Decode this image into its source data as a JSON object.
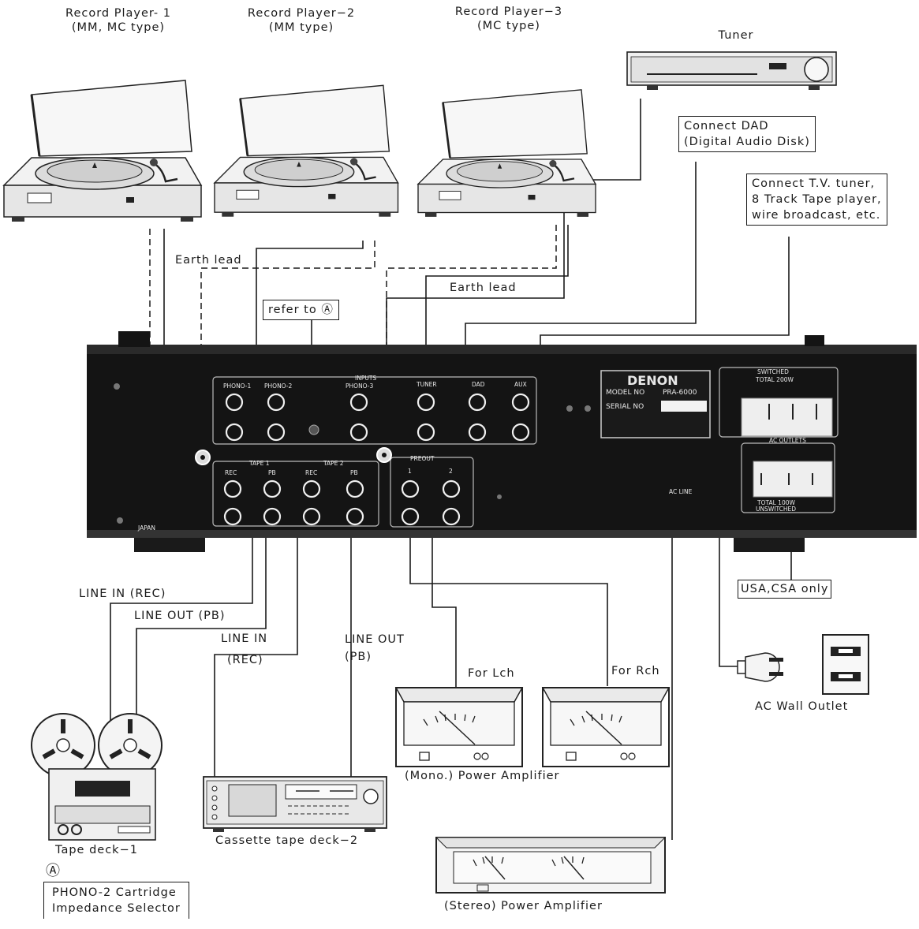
{
  "top_devices": {
    "record_player_1": {
      "line1": "Record Player- 1",
      "line2": "(MM, MC type)"
    },
    "record_player_2": {
      "line1": "Record Player−2",
      "line2": "(MM type)"
    },
    "record_player_3": {
      "line1": "Record Player−3",
      "line2": "(MC type)"
    },
    "tuner": "Tuner"
  },
  "callouts": {
    "dad": {
      "line1": "Connect DAD",
      "line2": "(Digital Audio Disk)"
    },
    "tv": {
      "line1": "Connect T.V. tuner,",
      "line2": "8 Track Tape player,",
      "line3": "wire broadcast, etc."
    },
    "refer": "refer to Ⓐ",
    "usa": "USA,CSA only",
    "phono2": {
      "line1": "PHONO-2 Cartridge",
      "line2": "Impedance Selector"
    },
    "circle_a": "Ⓐ"
  },
  "wire_labels": {
    "earth_lead_1": "Earth lead",
    "earth_lead_2": "Earth lead",
    "line_in_rec_1": "LINE IN (REC)",
    "line_out_pb_1": "LINE OUT (PB)",
    "line_in": "LINE IN",
    "rec": "(REC)",
    "line_out": "LINE OUT",
    "pb": "(PB)",
    "for_lch": "For Lch",
    "for_rch": "For Rch"
  },
  "bottom_devices": {
    "tape_deck_1": "Tape deck−1",
    "cassette_deck_2": "Cassette tape deck−2",
    "mono_amp": "(Mono.) Power Amplifier",
    "stereo_amp": "(Stereo) Power Amplifier",
    "ac_outlet": "AC Wall Outlet"
  },
  "panel": {
    "brand": "DENON",
    "model_label": "MODEL NO",
    "model_value": "PRA-6000",
    "serial_label": "SERIAL NO",
    "inputs_label": "INPUTS",
    "phono1": "PHONO-1",
    "phono2": "PHONO-2",
    "phono3": "PHONO-3",
    "tuner": "TUNER",
    "dad": "DAD",
    "aux": "AUX",
    "tape1": "TAPE 1",
    "tape2": "TAPE 2",
    "rec": "REC",
    "pb": "PB",
    "preout": "PREOUT",
    "out1": "1",
    "out2": "2",
    "japan": "JAPAN",
    "switched": "SWITCHED",
    "unswitched": "UNSWITCHED",
    "ac_outlets": "AC OUTLETS",
    "ac_line": "AC LINE",
    "watts_sw": "TOTAL 100W",
    "watts_unsw": "TOTAL 200W"
  }
}
